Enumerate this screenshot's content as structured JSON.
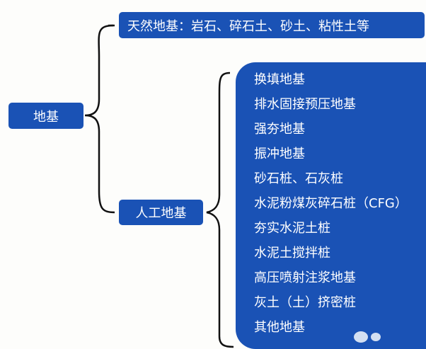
{
  "root": {
    "label": "地基"
  },
  "natural": {
    "label": "天然地基：岩石、碎石土、砂土、粘性土等"
  },
  "artificial": {
    "label": "人工地基",
    "items": [
      "换填地基",
      "排水固接预压地基",
      "强夯地基",
      "振冲地基",
      "砂石桩、石灰桩",
      "水泥粉煤灰碎石桩（CFG）",
      "夯实水泥土桩",
      "水泥土搅拌桩",
      "高压喷射注浆地基",
      "灰土（土）挤密桩",
      "其他地基"
    ]
  },
  "colors": {
    "box": "#1a52b5",
    "background": "#fdfdfb",
    "line": "#111111"
  }
}
